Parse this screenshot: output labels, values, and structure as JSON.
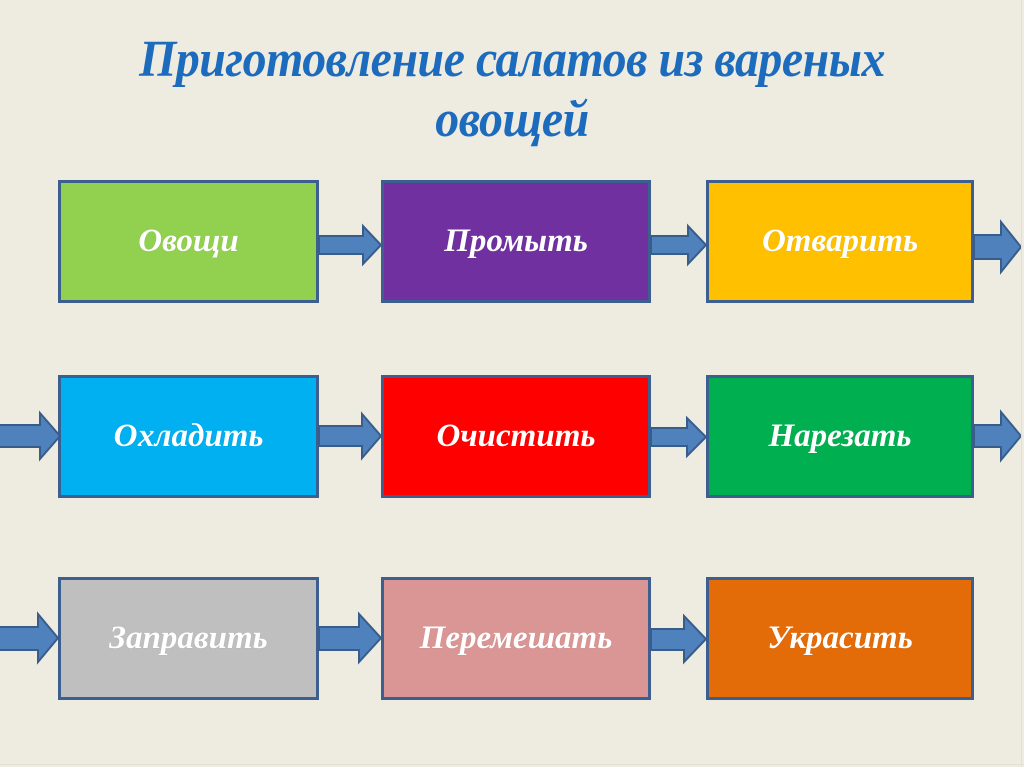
{
  "title": {
    "line1": "Приготовление салатов из вареных",
    "line2": "овощей",
    "color": "#1c6bbd"
  },
  "theme": {
    "background": "#eeebe1",
    "box_border": "#3c5f8f",
    "arrow_fill": "#4f81bd",
    "arrow_stroke": "#385d8a",
    "box_text_color": "#ffffff"
  },
  "rows": [
    {
      "steps": [
        {
          "label": "Овощи",
          "color": "#92d050"
        },
        {
          "label": "Промыть",
          "color": "#7030a0"
        },
        {
          "label": "Отварить",
          "color": "#ffc000"
        }
      ],
      "has_entry_arrow": false,
      "has_exit_arrow": true
    },
    {
      "steps": [
        {
          "label": "Охладить",
          "color": "#00b0f0"
        },
        {
          "label": "Очистить",
          "color": "#ff0000"
        },
        {
          "label": "Нарезать",
          "color": "#00b050"
        }
      ],
      "has_entry_arrow": true,
      "has_exit_arrow": true
    },
    {
      "steps": [
        {
          "label": "Заправить",
          "color": "#bfbfbf"
        },
        {
          "label": "Перемешать",
          "color": "#d99694"
        },
        {
          "label": "Украсить",
          "color": "#e36c09"
        }
      ],
      "has_entry_arrow": true,
      "has_exit_arrow": false
    }
  ],
  "flow_order": [
    "Овощи",
    "Промыть",
    "Отварить",
    "Охладить",
    "Очистить",
    "Нарезать",
    "Заправить",
    "Перемешать",
    "Украсить"
  ]
}
